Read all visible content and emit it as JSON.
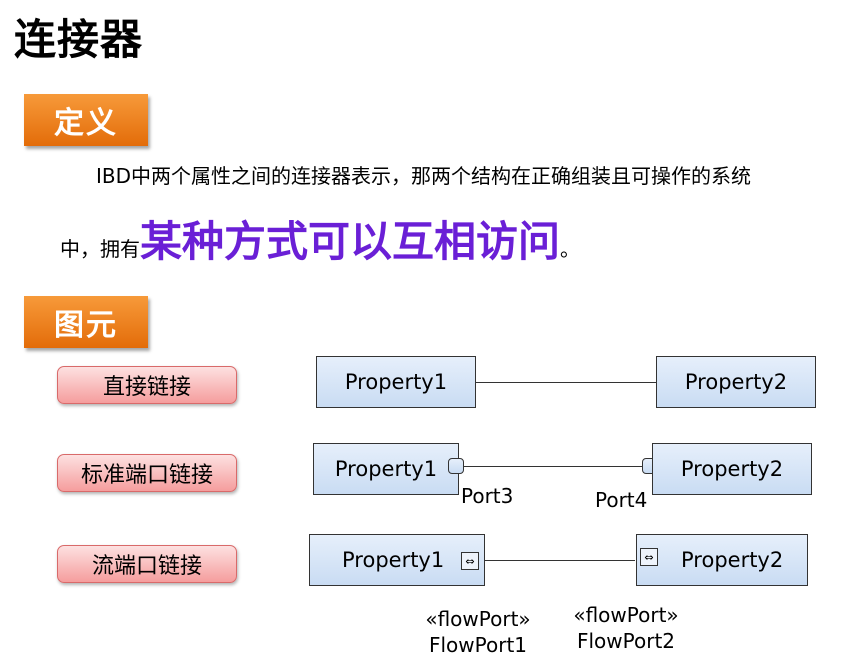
{
  "title": "连接器",
  "sections": {
    "definition": "定义",
    "elements": "图元"
  },
  "definition_text": {
    "line1": "IBD中两个属性之间的连接器表示，那两个结构在正确组装且可操作的系统",
    "line2_prefix": "中，拥有",
    "line2_emphasis": "某种方式可以互相访问",
    "line2_suffix": "。"
  },
  "colors": {
    "badge": "#e36c09",
    "emphasis": "#6a1fd6",
    "pill": "#f59d9d",
    "box": "#c9dcf3"
  },
  "rows": [
    {
      "label": "直接链接",
      "left": "Property1",
      "right": "Property2"
    },
    {
      "label": "标准端口链接",
      "left": "Property1",
      "right": "Property2",
      "left_port": "Port3",
      "right_port": "Port4"
    },
    {
      "label": "流端口链接",
      "left": "Property1",
      "right": "Property2",
      "left_port_icon": "⇔",
      "right_port_icon": "⇔",
      "left_flow_stereotype": "«flowPort»",
      "left_flow_name": "FlowPort1",
      "right_flow_stereotype": "«flowPort»",
      "right_flow_name": "FlowPort2"
    }
  ]
}
